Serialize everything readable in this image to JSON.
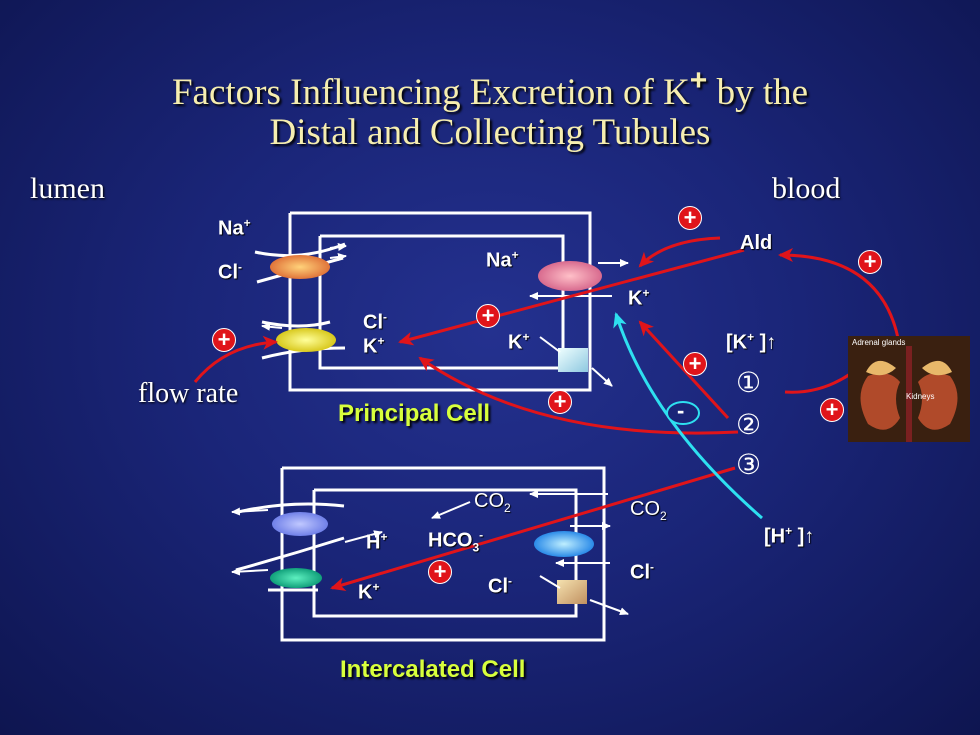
{
  "title": {
    "line1": "Factors Influencing Excretion of K",
    "line1_sup": "+",
    "line1_end": " by the",
    "line2": "Distal and Collecting Tubules"
  },
  "labels": {
    "lumen": "lumen",
    "blood": "blood",
    "flow_rate": "flow rate",
    "principal_cell": "Principal Cell",
    "intercalated_cell": "Intercalated  Cell"
  },
  "ions": {
    "na": "Na",
    "cl": "Cl",
    "k": "K",
    "h": "H",
    "hco3": "HCO",
    "co2": "CO",
    "ald": "Ald",
    "k_conc": "[K",
    "h_conc": "[H",
    "arrow_up": " ]↑",
    "plus_sup": "+",
    "minus_sup": "-",
    "sub2": "2",
    "sub3": "3"
  },
  "factors": [
    "①",
    "②",
    "③"
  ],
  "signs": {
    "plus": "+",
    "minus": "-"
  },
  "kidney_image": {
    "label_glands": "Adrenal glands",
    "label_kidneys": "Kidneys"
  },
  "colors": {
    "red_arrow": "#e0141a",
    "cyan_arrow": "#2ee0f0",
    "title": "#f6eeb0",
    "cell_label": "#d8ff3c"
  }
}
